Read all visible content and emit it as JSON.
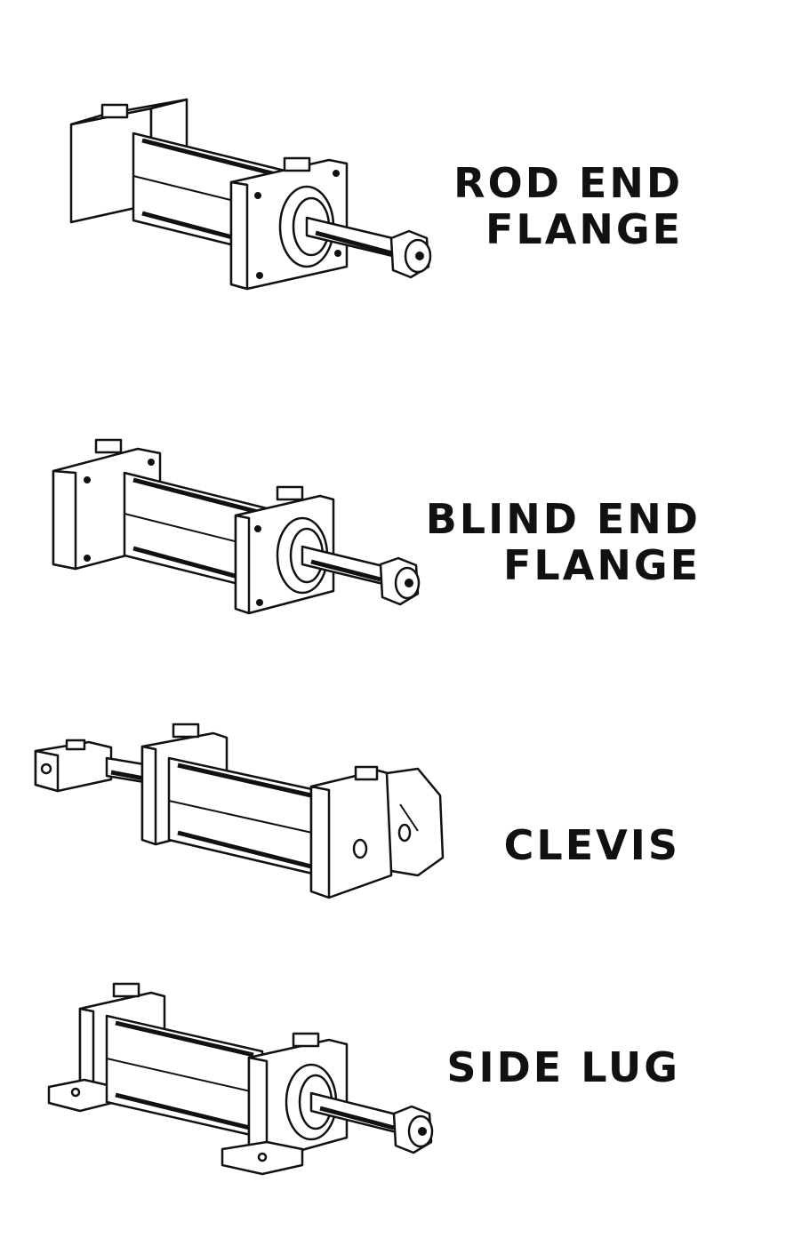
{
  "mountings": [
    {
      "label_lines": [
        "ROD END",
        "FLANGE"
      ]
    },
    {
      "label_lines": [
        "BLIND END",
        "FLANGE"
      ]
    },
    {
      "label_lines": [
        "CLEVIS"
      ]
    },
    {
      "label_lines": [
        "SIDE LUG"
      ]
    }
  ],
  "colors": {
    "ink": "#111111",
    "paper": "#ffffff"
  },
  "icons": [
    "hydraulic-cylinder-rod-end-flange-icon",
    "hydraulic-cylinder-blind-end-flange-icon",
    "hydraulic-cylinder-clevis-icon",
    "hydraulic-cylinder-side-lug-icon"
  ]
}
